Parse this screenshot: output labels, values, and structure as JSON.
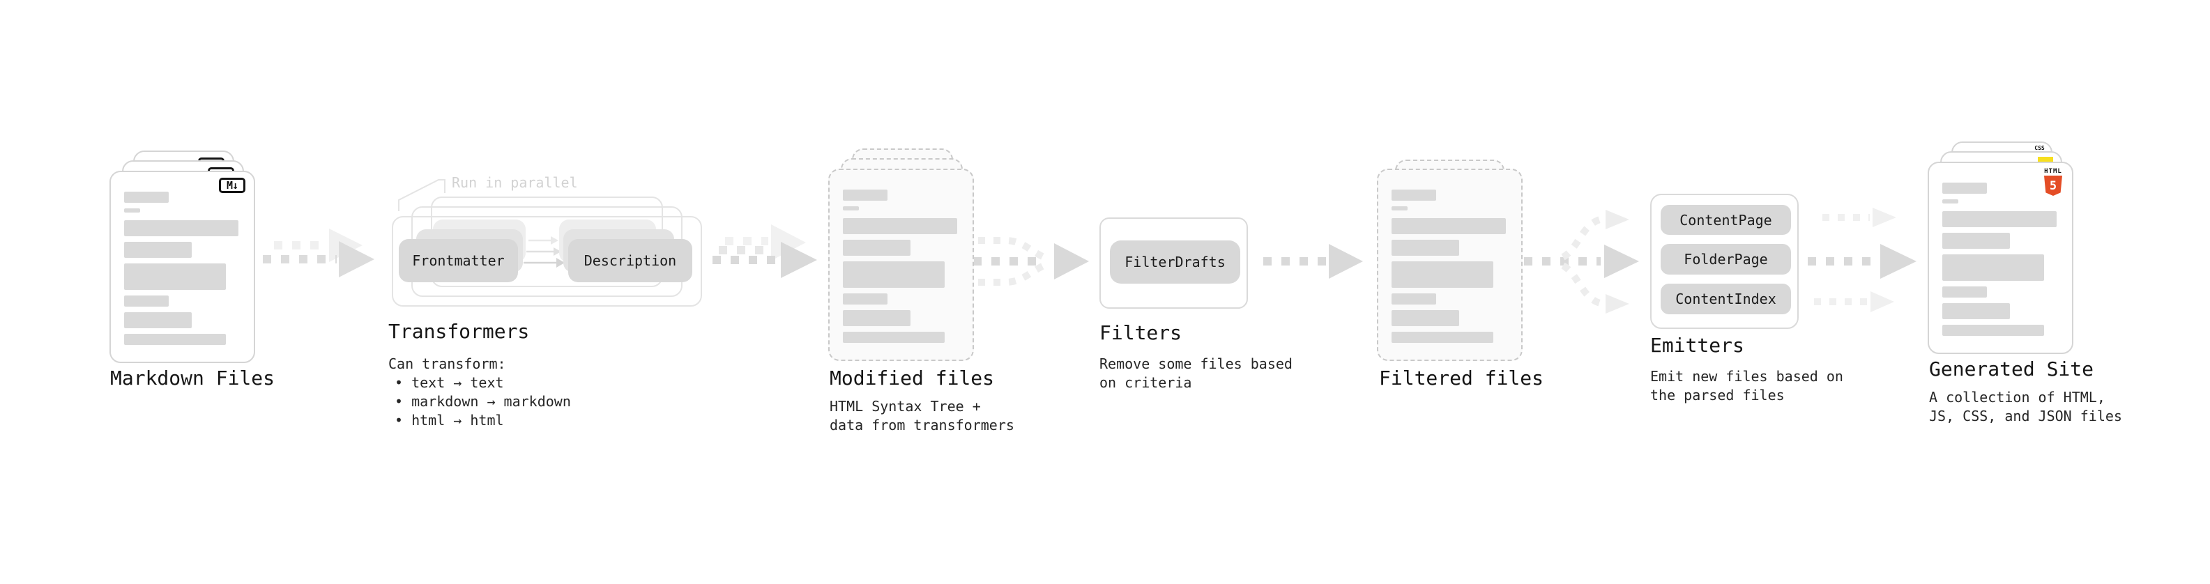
{
  "stages": {
    "markdown_files": {
      "label": "Markdown Files",
      "file_badge": "M↓"
    },
    "transformers": {
      "label": "Transformers",
      "annotation": "Run in parallel",
      "pill_frontmatter": "Frontmatter",
      "pill_description": "Description",
      "desc_heading": "Can transform:",
      "bullets": [
        "• text → text",
        "• markdown → markdown",
        "• html → html"
      ]
    },
    "modified_files": {
      "label": "Modified files",
      "description": "HTML Syntax Tree +\ndata from transformers"
    },
    "filters": {
      "label": "Filters",
      "pill": "FilterDrafts",
      "description": "Remove some files based\non criteria"
    },
    "filtered_files": {
      "label": "Filtered files"
    },
    "emitters": {
      "label": "Emitters",
      "pills": [
        "ContentPage",
        "FolderPage",
        "ContentIndex"
      ],
      "description": "Emit new files based on\nthe parsed files"
    },
    "generated_site": {
      "label": "Generated Site",
      "description": "A collection of HTML,\nJS, CSS, and JSON files",
      "html5_badge_label": "HTML",
      "html5_badge_number": "5",
      "css_badge_label": "CSS"
    }
  },
  "palette": {
    "html5_orange": "#e44d26",
    "js_yellow": "#f7df1e",
    "css_blue": "#2965f1",
    "card_border": "#d5d5d5",
    "dashed_border": "#c9c9c9",
    "pill_fill": "#d8d8d8",
    "bar_fill": "#d9d9d9",
    "arrow_dark": "#d9d9d9",
    "arrow_medium": "#e7e7e7",
    "arrow_light": "#f0f0f0",
    "annotation_gray": "#d2d2d2"
  }
}
